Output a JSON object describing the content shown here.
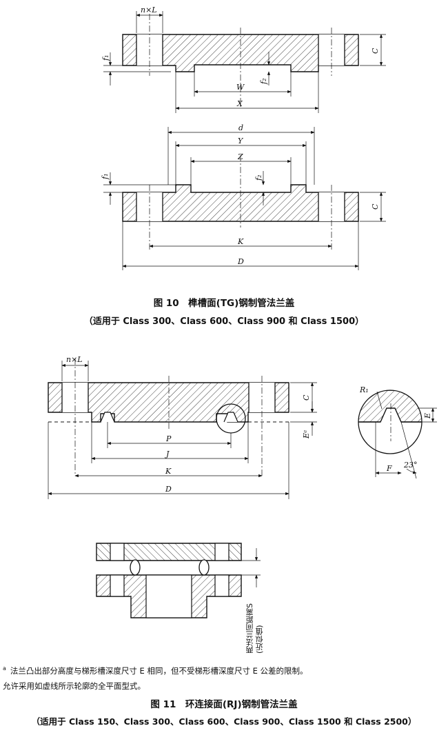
{
  "fig10": {
    "dims_top": {
      "nxl": "n×L",
      "f1": "f₁",
      "f2": "f₂",
      "C": "C",
      "W": "W",
      "X": "X"
    },
    "dims_bottom": {
      "d": "d",
      "Y": "Y",
      "Z": "Z",
      "f1": "f₁",
      "f2": "f₂",
      "C": "C",
      "K": "K",
      "D": "D"
    },
    "caption": "图 10　榫槽面(TG)钢制管法兰盖",
    "subcaption": "（适用于 Class 300、Class 600、Class 900 和 Class 1500）"
  },
  "fig11": {
    "dims_main": {
      "nxl": "n×L",
      "C": "C",
      "E": "Eᵃ",
      "P": "P",
      "J": "J",
      "K": "K",
      "D": "D"
    },
    "dims_detail": {
      "R1": "R₁",
      "E": "E",
      "F": "F",
      "angle": "23°"
    },
    "dims_assembly": {
      "spacing": "两法兰间距离S",
      "approx": "(近似值)"
    },
    "note_mark": "a",
    "note_a": "法兰凸出部分高度与梯形槽深度尺寸 E 相同，但不受梯形槽深度尺寸 E 公差的限制。",
    "note_b": "允许采用如虚线所示轮廓的全平面型式。",
    "caption": "图 11　环连接面(RJ)钢制管法兰盖",
    "subcaption": "（适用于 Class 150、Class 300、Class 600、Class 900、Class 1500 和 Class 2500）"
  }
}
